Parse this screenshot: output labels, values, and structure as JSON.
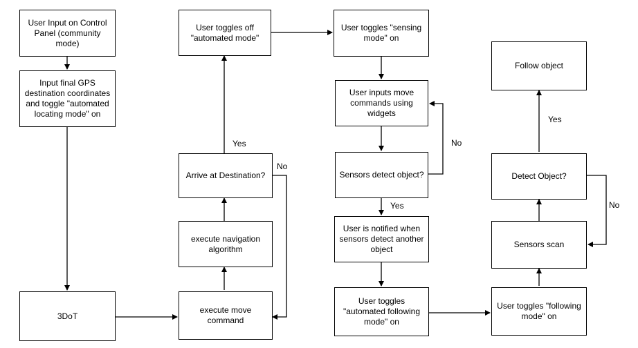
{
  "nodes": {
    "user_input": "User Input  on Control Panel (community mode)",
    "input_gps": "Input final GPS destination coordinates and toggle \"automated locating mode\" on",
    "threedot": "3DoT",
    "execute_move": "execute move command",
    "execute_nav": "execute navigation algorithm",
    "arrive": "Arrive at Destination?",
    "toggle_off_auto": "User toggles off \"automated mode\"",
    "toggle_sensing": "User toggles \"sensing mode\" on",
    "move_widgets": "User inputs move commands using widgets",
    "sensors_detect": "Sensors detect object?",
    "user_notified": "User is notified when sensors detect another object",
    "toggle_auto_following": "User toggles \"automated following mode\" on",
    "toggle_following": "User toggles \"following mode\" on",
    "sensors_scan": "Sensors scan",
    "detect_object": "Detect Object?",
    "follow_object": "Follow object"
  },
  "labels": {
    "yes_arrive": "Yes",
    "no_arrive": "No",
    "no_sensors": "No",
    "yes_sensors": "Yes",
    "yes_detect": "Yes",
    "no_detect": "No"
  }
}
